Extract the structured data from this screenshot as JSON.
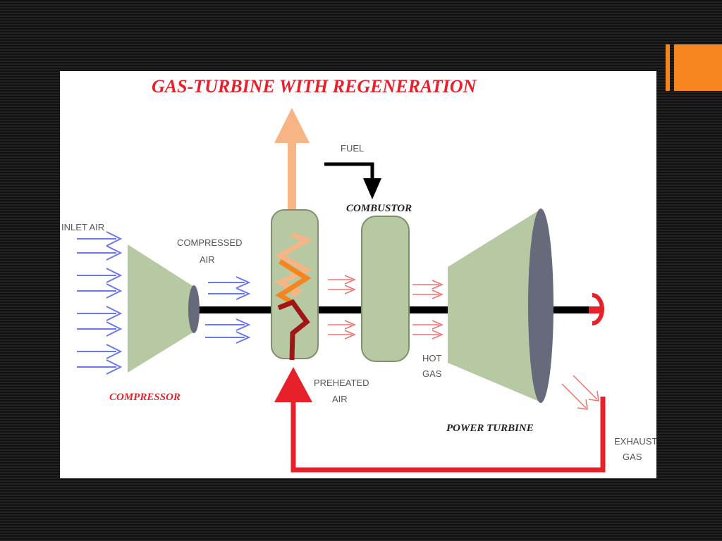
{
  "title": "GAS-TURBINE WITH REGENERATION",
  "labels": {
    "inlet_air": "INLET AIR",
    "compressed_air_1": "COMPRESSED",
    "compressed_air_2": "AIR",
    "fuel": "FUEL",
    "combustor": "COMBUSTOR",
    "compressor": "COMPRESSOR",
    "preheated_1": "PREHEATED",
    "preheated_2": "AIR",
    "hot_gas_1": "HOT",
    "hot_gas_2": "GAS",
    "power_turbine": "POWER TURBINE",
    "exhaust_1": "EXHAUST",
    "exhaust_2": "GAS"
  },
  "colors": {
    "title_red": "#e8202a",
    "equipment_green": "#b7c9a3",
    "accent_orange": "#f5861f",
    "exhaust_up_arrow": "#f7b585",
    "inlet_blue": "#6a78ee",
    "shaft": "#000000"
  }
}
